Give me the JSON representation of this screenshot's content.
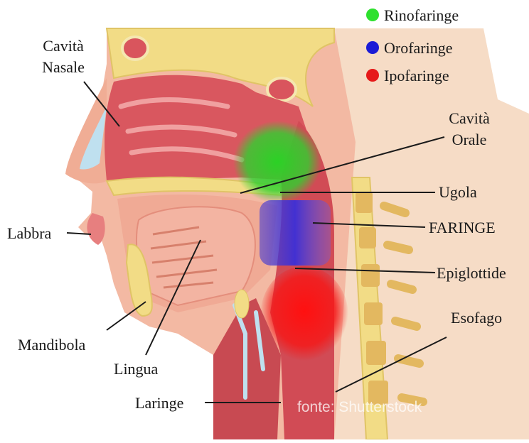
{
  "legend": [
    {
      "label": "Rinofaringe",
      "color": "#2ee02e"
    },
    {
      "label": "Orofaringe",
      "color": "#1b1bd6"
    },
    {
      "label": "Ipofaringe",
      "color": "#e61919"
    }
  ],
  "labels": {
    "cavita_nasale_1": "Cavità",
    "cavita_nasale_2": "Nasale",
    "cavita_orale_1": "Cavità",
    "cavita_orale_2": "Orale",
    "ugola": "Ugola",
    "faringe": "FARINGE",
    "labbra": "Labbra",
    "epiglottide": "Epiglottide",
    "esofago": "Esofago",
    "mandibola": "Mandibola",
    "lingua": "Lingua",
    "laringe": "Laringe"
  },
  "watermark": "fonte: Shutterstock",
  "colors": {
    "skin": "#f3b9a3",
    "bone": "#f2dc86",
    "tissue": "#d9555d",
    "background_neck": "#f6dcc6"
  }
}
